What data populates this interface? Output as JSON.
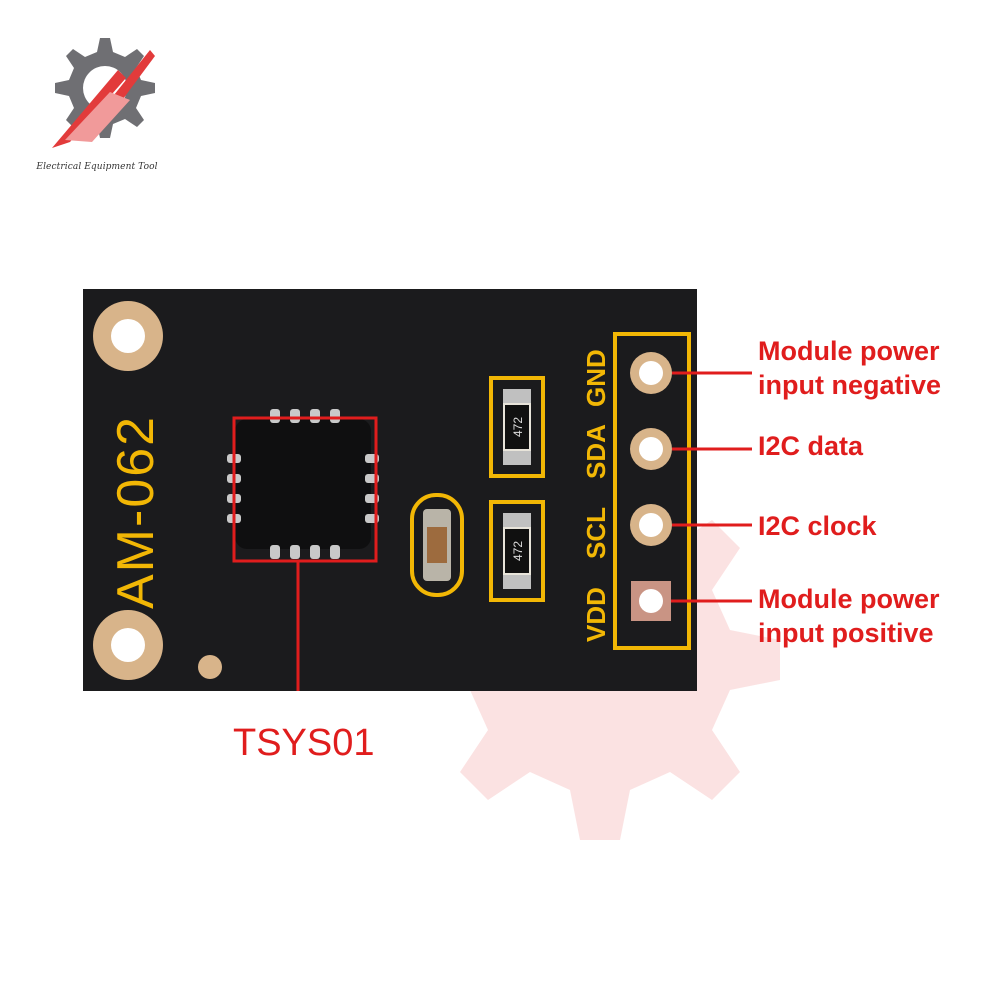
{
  "logo": {
    "caption": "Electrical Equipment Tool"
  },
  "board": {
    "model": "AM-062",
    "pins": [
      "GND",
      "SDA",
      "SCL",
      "VDD"
    ],
    "resistor_marking": "472"
  },
  "callouts": {
    "gnd": [
      "Module power",
      "input negative"
    ],
    "sda": [
      "I2C data"
    ],
    "scl": [
      "I2C clock"
    ],
    "vdd": [
      "Module power",
      "input positive"
    ],
    "chip": "TSYS01"
  },
  "colors": {
    "accent": "#e01d1d",
    "board": "#1b1b1d",
    "silkscreen": "#f2b705",
    "copper": "#d8b48a"
  }
}
